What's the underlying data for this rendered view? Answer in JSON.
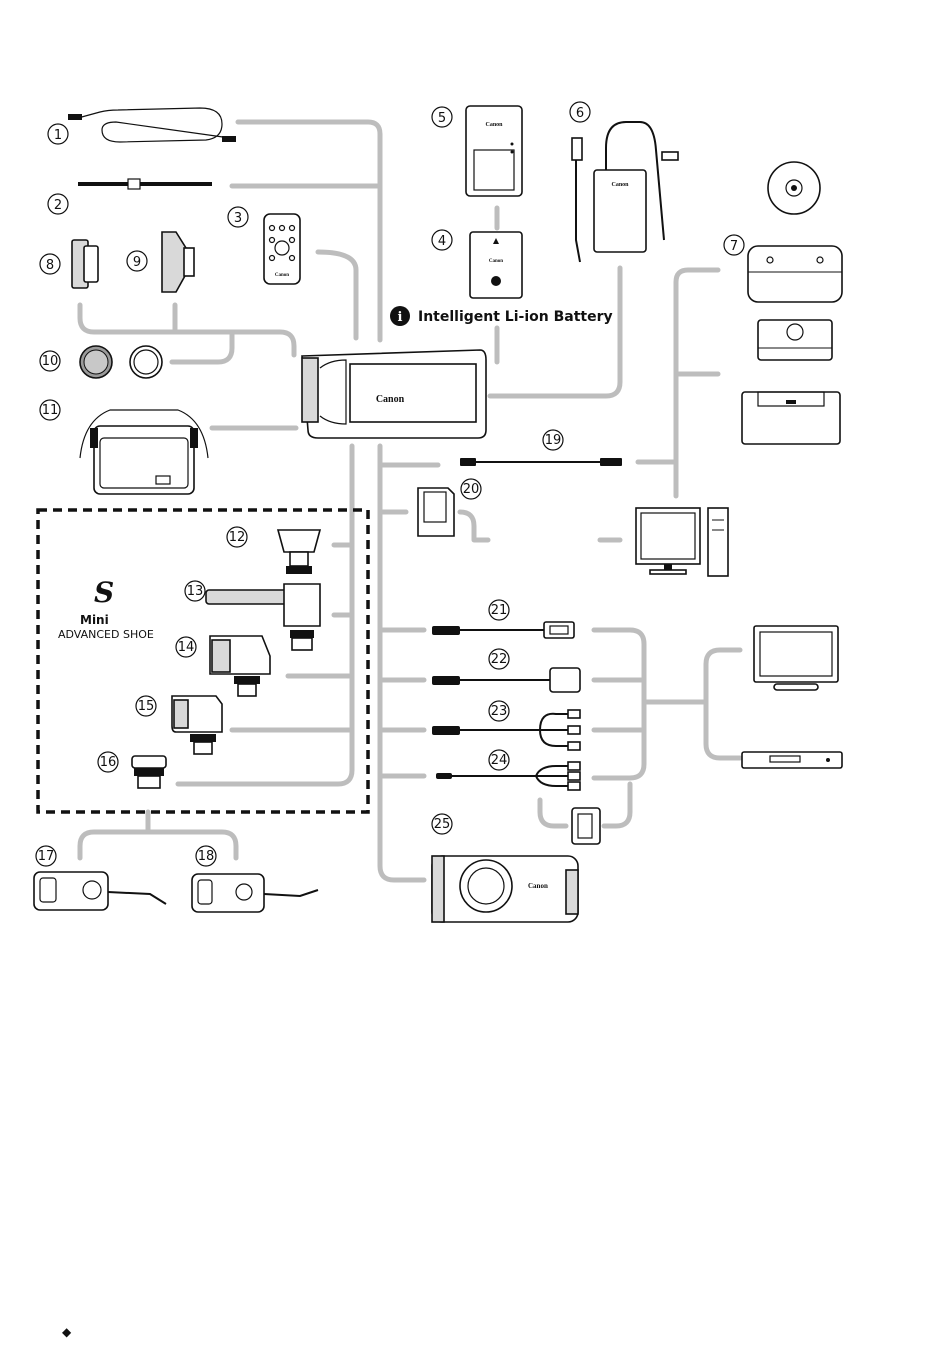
{
  "diagram": {
    "item_numbers": [
      "①",
      "②",
      "③",
      "④",
      "⑤",
      "⑥",
      "⑦",
      "⑧",
      "⑨",
      "⑩",
      "⑪",
      "⑫",
      "⑬",
      "⑭",
      "⑮",
      "⑯",
      "⑰",
      "⑱",
      "⑲",
      "⑳",
      "㉑",
      "㉒",
      "㉓",
      "㉔",
      "㉕"
    ],
    "battery_label": "Intelligent Li-ion Battery",
    "camera_brand": "Canon",
    "shoe_label_line1": "Mini",
    "shoe_label_line2": "ADVANCED SHOE",
    "battery_pack_text": "Intelligent Li-ion Battery",
    "footer_bullet": "◆"
  }
}
